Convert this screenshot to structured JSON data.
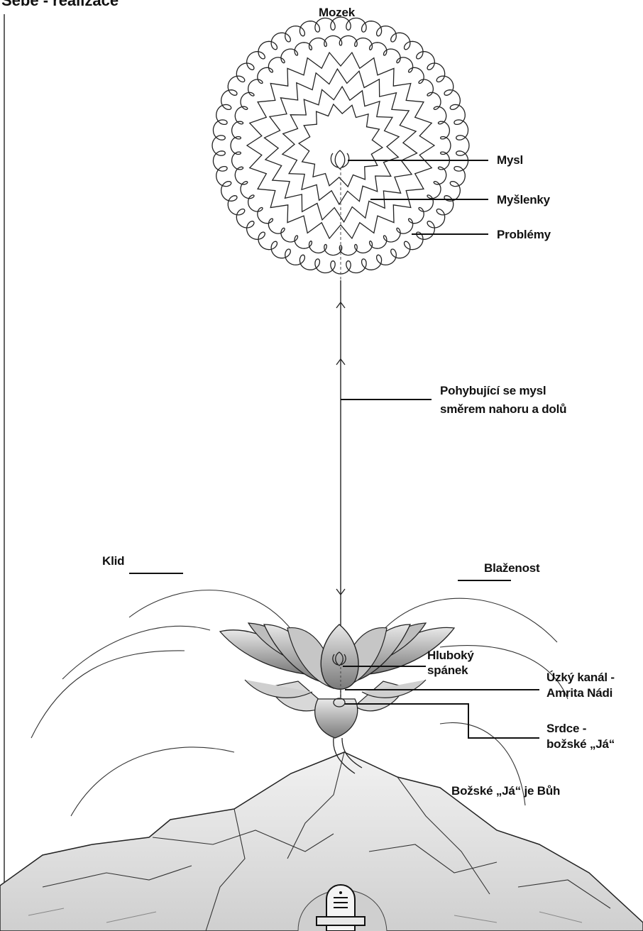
{
  "header": {
    "title": "Sebe - realizace"
  },
  "labels": {
    "mozek": "Mozek",
    "mysl": "Mysl",
    "myslenky": "Myšlenky",
    "problemy": "Problémy",
    "pohyb_1": "Pohybující se mysl",
    "pohyb_2": "směrem nahoru a dolů",
    "klid": "Klid",
    "blazenost": "Blaženost",
    "hluboky_1": "Hluboký",
    "hluboky_2": "spánek",
    "kanal_1": "Úzký kanál -",
    "kanal_2": "Amrita Nádi",
    "srdce_1": "Srdce -",
    "srdce_2": "božské „Já“",
    "buh": "Božské „Já“ je Bůh"
  },
  "colors": {
    "ink": "#111111",
    "background": "#ffffff",
    "pencil": "#333333",
    "shading": "#9a9a9a"
  },
  "icons": {
    "brain": "circle-brain-drawing",
    "small_lotus": "lotus-bud-icon",
    "big_lotus": "lotus-flower-drawing",
    "mountains": "mountain-range-drawing",
    "shrine": "shiva-lingam-icon"
  }
}
